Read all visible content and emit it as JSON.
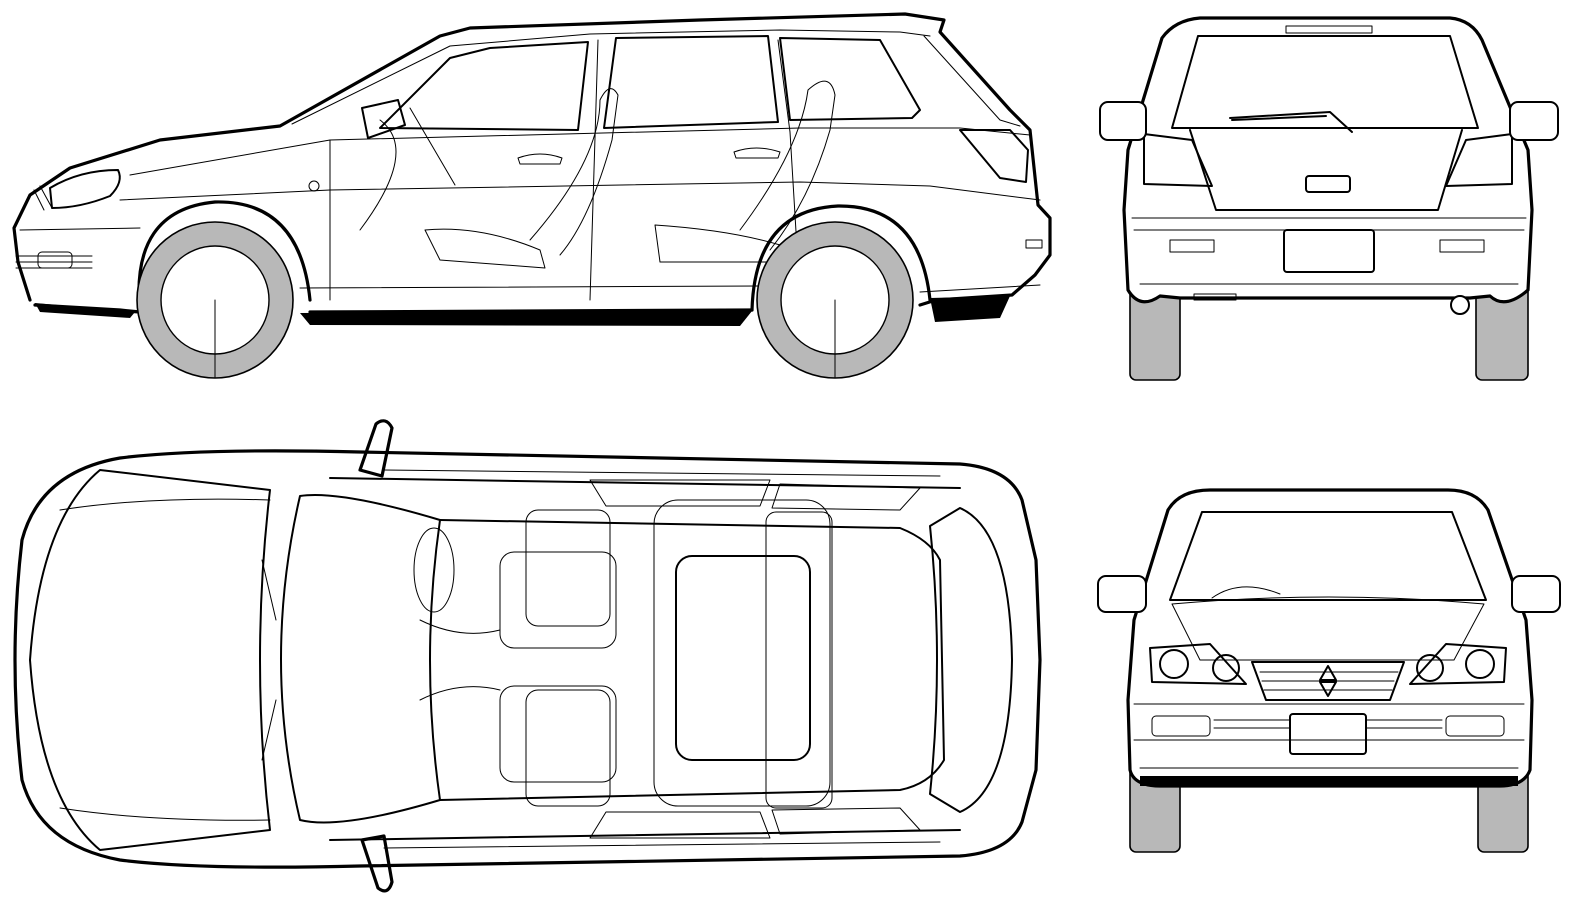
{
  "drawing": {
    "views": [
      "side",
      "rear",
      "top",
      "front"
    ],
    "colors": {
      "line": "#000000",
      "tire": "#b8b8b8",
      "paper": "#ffffff"
    }
  }
}
